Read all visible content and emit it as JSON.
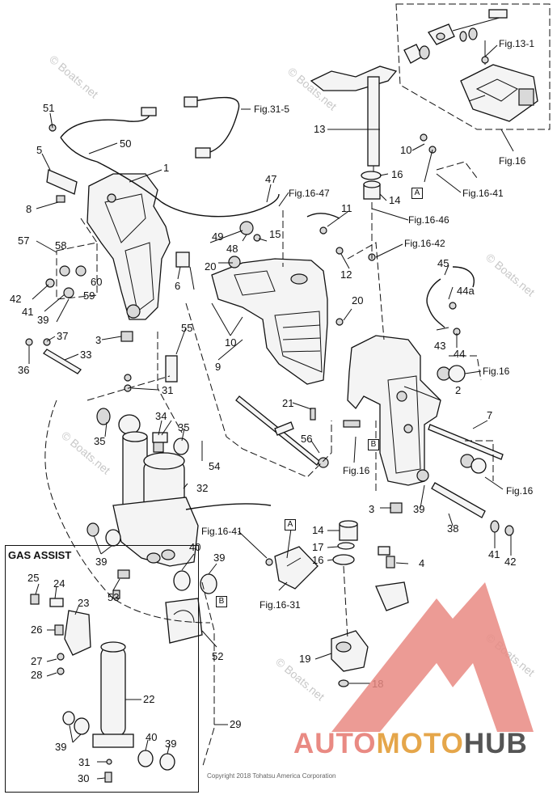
{
  "watermark": "© Boats.net",
  "gas_assist_title": "GAS ASSIST",
  "copyright": "Copyright 2018 Tohatsu America Corporation",
  "brand": {
    "part1": "AUTO",
    "part2": "MOTO",
    "part3": "HUB"
  },
  "box_tags": {
    "a": "A",
    "b": "B"
  },
  "colors": {
    "logo_red": "#e98a83",
    "logo_orange": "#e5a64a",
    "logo_gray": "#555555"
  },
  "references": [
    "Fig.13-1",
    "Fig.16",
    "Fig.31-5",
    "Fig.16-47",
    "Fig.16-41",
    "Fig.16-46",
    "Fig.16-42",
    "Fig.16",
    "Fig.16",
    "Fig.16",
    "Fig.16-41",
    "Fig.16-31"
  ],
  "callouts": [
    "51",
    "50",
    "5",
    "8",
    "1",
    "47",
    "49",
    "48",
    "15",
    "11",
    "13",
    "10",
    "16",
    "14",
    "57",
    "58",
    "60",
    "59",
    "42",
    "41",
    "39",
    "6",
    "20",
    "12",
    "45",
    "44a",
    "43",
    "44",
    "3",
    "37",
    "33",
    "36",
    "55",
    "10",
    "9",
    "31",
    "20",
    "2",
    "35",
    "34",
    "35",
    "21",
    "56",
    "7",
    "54",
    "32",
    "39",
    "38",
    "3",
    "14",
    "17",
    "16",
    "4",
    "41",
    "42",
    "39",
    "40",
    "39",
    "53",
    "52",
    "19",
    "18",
    "25",
    "24",
    "23",
    "26",
    "27",
    "28",
    "22",
    "39",
    "40",
    "39",
    "31",
    "30",
    "29"
  ]
}
